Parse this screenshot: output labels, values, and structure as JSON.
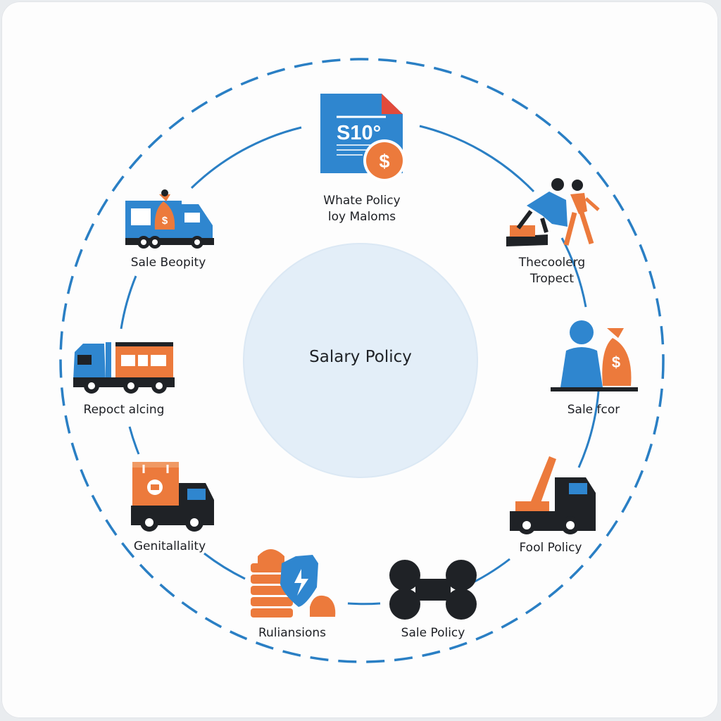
{
  "center": {
    "title": "Salary Policy"
  },
  "nodes": [
    {
      "id": "top",
      "label": "Whate Policy\nloy Maloms",
      "icon": "salary-document-icon",
      "doc_text": "S10°",
      "currency_symbol": "$"
    },
    {
      "id": "upper-right",
      "label": "Thecoolerg\nTropect",
      "icon": "workers-icon"
    },
    {
      "id": "right",
      "label": "Sale fcor",
      "icon": "person-money-bag-icon",
      "currency_symbol": "$"
    },
    {
      "id": "lower-right",
      "label": "Fool Policy",
      "icon": "crane-truck-icon"
    },
    {
      "id": "bottom-right",
      "label": "Sale Policy",
      "icon": "network-nodes-icon"
    },
    {
      "id": "bottom-left",
      "label": "Ruliansions",
      "icon": "coins-shield-icon"
    },
    {
      "id": "lower-left",
      "label": "Genitallality",
      "icon": "cargo-truck-icon"
    },
    {
      "id": "left",
      "label": "Repoct alcing",
      "icon": "semi-truck-icon"
    },
    {
      "id": "upper-left",
      "label": "Sale Beopity",
      "icon": "delivery-truck-icon",
      "currency_symbol": "$"
    }
  ],
  "colors": {
    "blue": "#2f86cf",
    "orange": "#ec7a3c",
    "dark": "#1f2226",
    "center_fill": "#e3eef8",
    "ring": "#2a7fc4"
  }
}
